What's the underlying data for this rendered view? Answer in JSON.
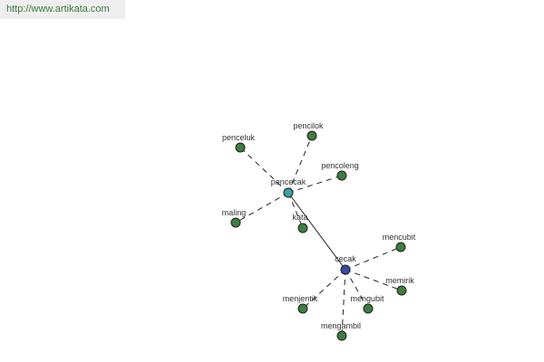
{
  "watermark": {
    "text": "http://www.artikata.com"
  },
  "colors": {
    "center_node": "#40a0a0",
    "root_node": "#3a4aa8",
    "leaf_node": "#3f7f3f",
    "node_outline": "#1e1e1e",
    "edge": "#222222",
    "label": "#333333",
    "watermark_bg": "#efefef",
    "watermark_text": "#3c7a3c"
  },
  "graph": {
    "nodes": [
      {
        "id": "pencecak",
        "label": "pencecak",
        "kind": "center"
      },
      {
        "id": "cecak",
        "label": "cecak",
        "kind": "root"
      },
      {
        "id": "penceluk",
        "label": "penceluk",
        "kind": "leaf"
      },
      {
        "id": "pencilok",
        "label": "pencilok",
        "kind": "leaf"
      },
      {
        "id": "pencoleng",
        "label": "pencoleng",
        "kind": "leaf"
      },
      {
        "id": "maling",
        "label": "maling",
        "kind": "leaf"
      },
      {
        "id": "kata",
        "label": "kata",
        "kind": "leaf"
      },
      {
        "id": "mencubit",
        "label": "mencubit",
        "kind": "leaf"
      },
      {
        "id": "memirik",
        "label": "memirik",
        "kind": "leaf"
      },
      {
        "id": "mengubit",
        "label": "mengubit",
        "kind": "leaf"
      },
      {
        "id": "menjentik",
        "label": "menjentik",
        "kind": "leaf"
      },
      {
        "id": "mengambil",
        "label": "mengambil",
        "kind": "leaf"
      }
    ],
    "edges": [
      {
        "from": "pencecak",
        "to": "cecak",
        "style": "solid"
      },
      {
        "from": "pencecak",
        "to": "penceluk",
        "style": "dashed"
      },
      {
        "from": "pencecak",
        "to": "pencilok",
        "style": "dashed"
      },
      {
        "from": "pencecak",
        "to": "pencoleng",
        "style": "dashed"
      },
      {
        "from": "pencecak",
        "to": "maling",
        "style": "dashed"
      },
      {
        "from": "pencecak",
        "to": "kata",
        "style": "dashed"
      },
      {
        "from": "cecak",
        "to": "mencubit",
        "style": "dashed"
      },
      {
        "from": "cecak",
        "to": "memirik",
        "style": "dashed"
      },
      {
        "from": "cecak",
        "to": "mengubit",
        "style": "dashed"
      },
      {
        "from": "cecak",
        "to": "menjentik",
        "style": "dashed"
      },
      {
        "from": "cecak",
        "to": "mengambil",
        "style": "dashed"
      }
    ]
  }
}
